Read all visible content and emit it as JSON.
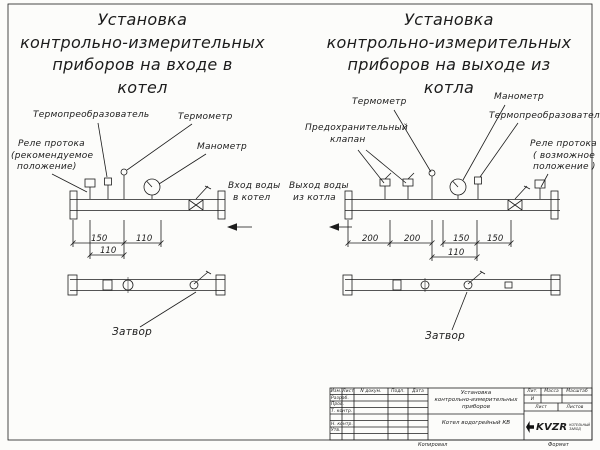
{
  "colors": {
    "line": "#1c1c1c",
    "paper": "#fcfcfa"
  },
  "left": {
    "title_lines": [
      "Установка",
      "контрольно-измерительных",
      "приборов на входе в",
      "котел"
    ],
    "labels": {
      "thermo_transducer": "Термопреобразователь",
      "thermometer": "Термометр",
      "manometer": "Манометр",
      "flow_relay_1": "Реле протока",
      "flow_relay_2": "(рекомендуемое",
      "flow_relay_3": "положение)",
      "inlet_1": "Вход воды",
      "inlet_2": "в котел",
      "valve": "Затвор"
    },
    "dims": [
      "150",
      "110",
      "110"
    ]
  },
  "right": {
    "title_lines": [
      "Установка",
      "контрольно-измерительных",
      "приборов на выходе из",
      "котла"
    ],
    "labels": {
      "thermometer": "Термометр",
      "manometer": "Манометр",
      "thermo_transducer": "Термопреобразователь",
      "safety_valve_1": "Предохранительный",
      "safety_valve_2": "клапан",
      "flow_relay_1": "Реле протока",
      "flow_relay_2": "( возможное",
      "flow_relay_3": "положение )",
      "outlet_1": "Выход воды",
      "outlet_2": "из котла",
      "valve": "Затвор"
    },
    "dims": [
      "200",
      "200",
      "150",
      "150",
      "110"
    ]
  },
  "title_block": {
    "header_cols": [
      "Изм.",
      "Лист",
      "N докум.",
      "Подп.",
      "Дата"
    ],
    "rows": [
      "Разраб.",
      "Пров.",
      "Т. контр.",
      "Н. контр.",
      "Утв."
    ],
    "doc_title_lines": [
      "Установка",
      "контрольно-измерительных",
      "приборов"
    ],
    "product": "Котел водогрейный КВ",
    "lit_label": "Лит.",
    "mass_label": "Масса",
    "scale_label": "Масштаб",
    "lit_value": "И",
    "sheet_label": "Лист",
    "sheets_label": "Листов",
    "logo_text": "KVZR",
    "logo_sub_1": "КОТЕЛЬНЫЙ",
    "logo_sub_2": "ЗАВОД",
    "copied_label": "Копировал",
    "format_label": "Формат"
  }
}
